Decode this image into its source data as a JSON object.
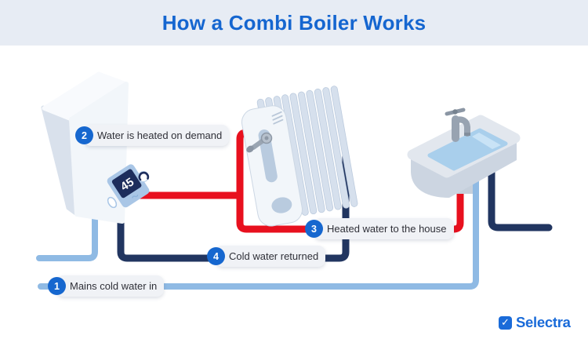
{
  "header": {
    "title": "How a Combi Boiler Works"
  },
  "steps": [
    {
      "number": "1",
      "label": "Mains cold water in"
    },
    {
      "number": "2",
      "label": "Water is heated on demand"
    },
    {
      "number": "3",
      "label": "Heated water to the house"
    },
    {
      "number": "4",
      "label": "Cold water returned"
    }
  ],
  "boiler": {
    "display_value": "45"
  },
  "brand": {
    "name": "Selectra",
    "check_glyph": "✓"
  },
  "colors": {
    "header_bg": "#e7ecf4",
    "accent_blue": "#1566d0",
    "step_circle_blue": "#1667cf",
    "brand_blue": "#1a6bd9",
    "hot_pipe_red": "#e8101e",
    "return_pipe_navy": "#213560",
    "cold_pipe_blue": "#8fbae4",
    "label_pill_bg": "#f0f2f6",
    "water_blue": "#a9cfec"
  }
}
